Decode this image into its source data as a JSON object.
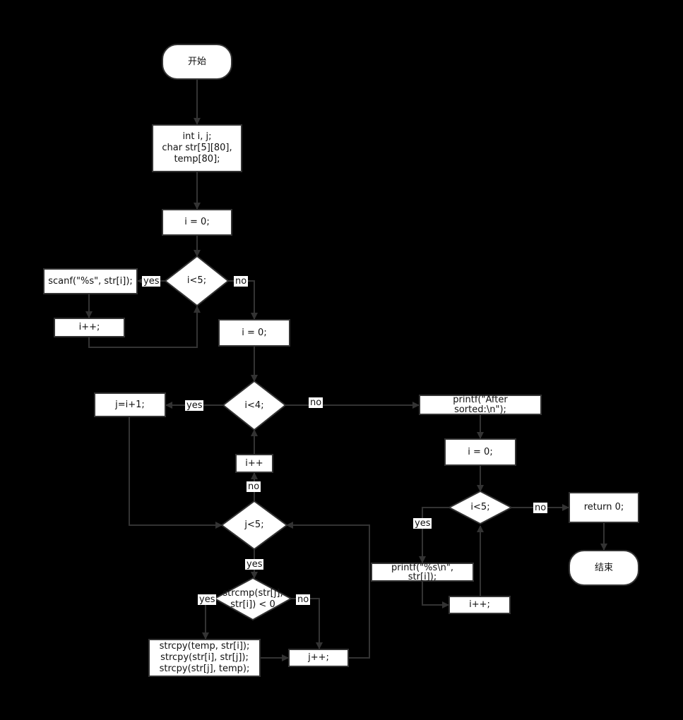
{
  "start": "开始",
  "end": "结束",
  "declare": [
    "int i, j;",
    "char str[5][80],",
    "temp[80];"
  ],
  "init_i_1": "i = 0;",
  "cond_read": "i<5;",
  "scanf": "scanf(\"%s\", str[i]);",
  "inc_i_read": "i++;",
  "init_i_2": "i = 0;",
  "cond_outer": "i<4;",
  "set_j": "j=i+1;",
  "inc_i_outer": "i++",
  "cond_inner": "j<5;",
  "cond_cmp": [
    "strcmp(str[j],",
    "str[i]) < 0"
  ],
  "swap": [
    "strcpy(temp, str[i]);",
    "strcpy(str[i], str[j]);",
    "strcpy(str[j], temp);"
  ],
  "inc_j": "j++;",
  "print_header": [
    "printf(\"After",
    "sorted:\\n\");"
  ],
  "init_i_3": "i = 0;",
  "cond_print": "i<5;",
  "print_line": [
    "printf(\"%s\\n\",",
    "str[i]);"
  ],
  "inc_i_print": "i++;",
  "return_stmt": "return 0;",
  "labels": {
    "yes": "yes",
    "no": "no"
  }
}
